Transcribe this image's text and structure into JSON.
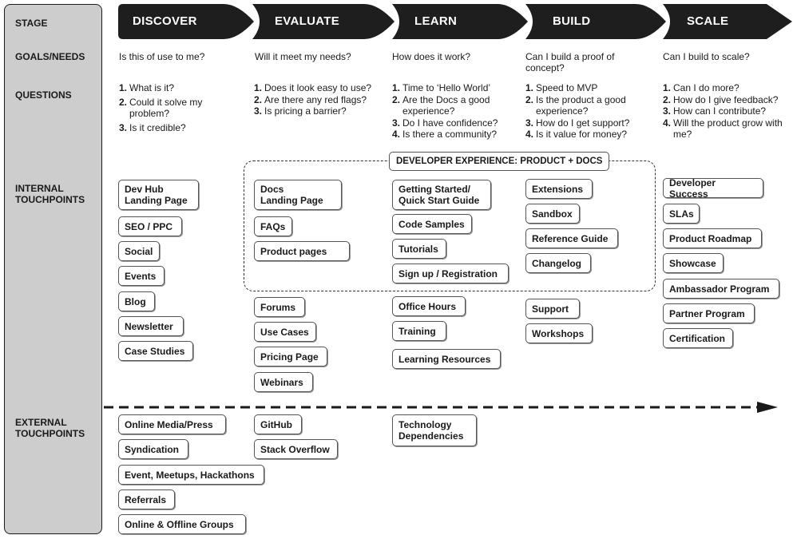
{
  "sidebar": {
    "stage": "STAGE",
    "goals": "GOALS/NEEDS",
    "questions": "QUESTIONS",
    "internal": "INTERNAL\nTOUCHPOINTS",
    "external": "EXTERNAL\nTOUCHPOINTS"
  },
  "stages": [
    {
      "name": "DISCOVER",
      "goal": "Is this of use to me?",
      "questions": [
        {
          "n": "1.",
          "t": "What is it?"
        },
        {
          "n": "2.",
          "t": "Could it solve my problem?"
        },
        {
          "n": "3.",
          "t": "Is it credible?"
        }
      ],
      "internal": [
        "Dev Hub\nLanding Page",
        "SEO / PPC",
        "Social",
        "Events",
        "Blog",
        "Newsletter",
        "Case Studies"
      ],
      "external": [
        "Online Media/Press",
        "Syndication",
        "Event, Meetups, Hackathons",
        "Referrals",
        "Online & Offline Groups"
      ]
    },
    {
      "name": "EVALUATE",
      "goal": "Will it meet my needs?",
      "questions": [
        {
          "n": "1.",
          "t": "Does it look easy to use?"
        },
        {
          "n": "2.",
          "t": "Are there any red flags?"
        },
        {
          "n": "3.",
          "t": "Is pricing a barrier?"
        }
      ],
      "internal": [
        "Docs\nLanding Page",
        "FAQs",
        "Product pages",
        "Forums",
        "Use Cases",
        "Pricing Page",
        "Webinars"
      ],
      "external": [
        "GitHub",
        "Stack Overflow"
      ]
    },
    {
      "name": "LEARN",
      "goal": "How does it work?",
      "questions": [
        {
          "n": "1.",
          "t": "Time to ‘Hello World’"
        },
        {
          "n": "2.",
          "t": "Are the Docs a good experience?"
        },
        {
          "n": "3.",
          "t": "Do I have confidence?"
        },
        {
          "n": "4.",
          "t": "Is there a community?"
        }
      ],
      "internal": [
        "Getting Started/\nQuick Start Guide",
        "Code Samples",
        "Tutorials",
        "Sign up / Registration",
        "Office Hours",
        "Training",
        "Learning Resources"
      ],
      "external": [
        "Technology\nDependencies"
      ]
    },
    {
      "name": "BUILD",
      "goal": "Can I build a proof of concept?",
      "questions": [
        {
          "n": "1.",
          "t": "Speed to MVP"
        },
        {
          "n": "2.",
          "t": "Is the product a good experience?"
        },
        {
          "n": "3.",
          "t": "How do I get support?"
        },
        {
          "n": "4.",
          "t": "Is it value for money?"
        }
      ],
      "internal": [
        "Extensions",
        "Sandbox",
        "Reference Guide",
        "Changelog",
        "Support",
        "Workshops"
      ],
      "external": []
    },
    {
      "name": "SCALE",
      "goal": "Can I build to scale?",
      "questions": [
        {
          "n": "1.",
          "t": "Can I do more?"
        },
        {
          "n": "2.",
          "t": "How do I give feedback?"
        },
        {
          "n": "3.",
          "t": "How can I contribute?"
        },
        {
          "n": "4.",
          "t": "Will the product grow with me?"
        }
      ],
      "internal": [
        "Developer Success",
        "SLAs",
        "Product Roadmap",
        "Showcase",
        "Ambassador Program",
        "Partner Program",
        "Certification"
      ],
      "external": []
    }
  ],
  "dx_label": "DEVELOPER EXPERIENCE: PRODUCT + DOCS",
  "colors": {
    "banner": "#1e1e1e",
    "sidebar": "#cdcdcd",
    "ink": "#1a1a1a"
  }
}
